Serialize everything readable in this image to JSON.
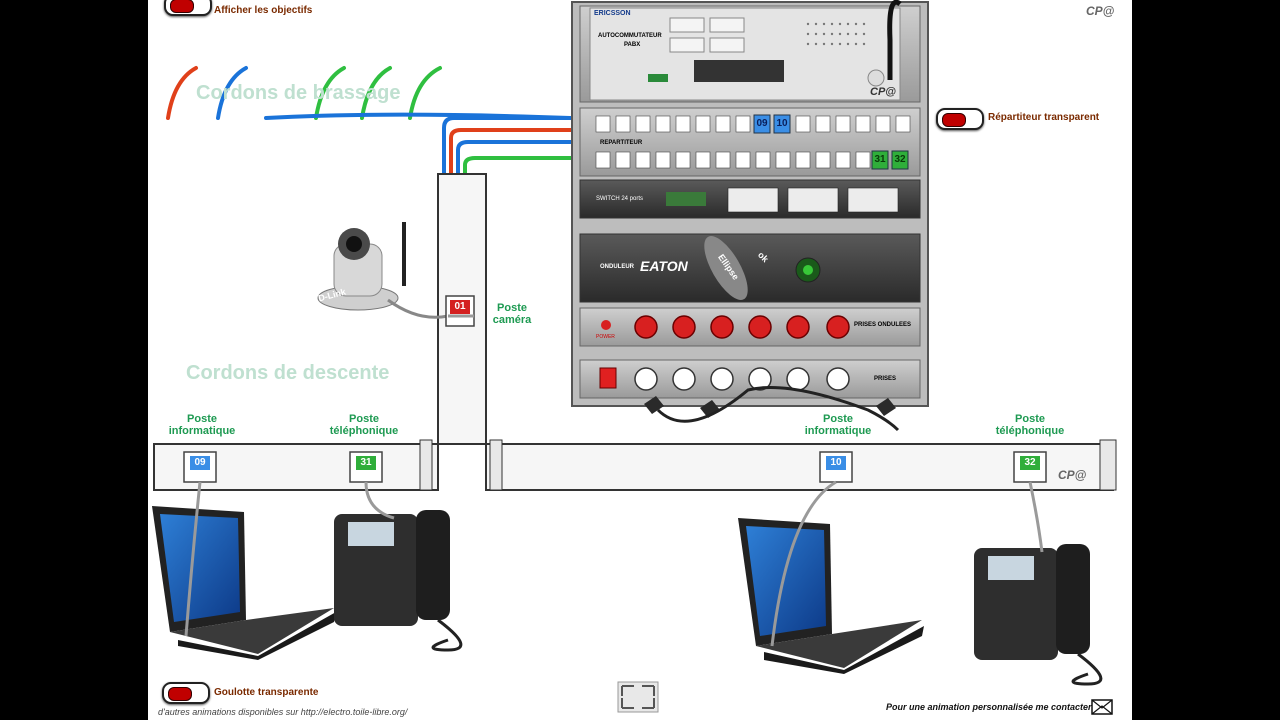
{
  "toggles": {
    "objects": {
      "label": "Afficher les objectifs",
      "state": "on"
    },
    "patch_panel": {
      "label": "Répartiteur transparent",
      "state": "on"
    },
    "trunking": {
      "label": "Goulotte transparente",
      "state": "on"
    }
  },
  "sections": {
    "patch_cords": "Cordons de brassage",
    "drop_cords": "Cordons de descente"
  },
  "rack": {
    "pabx_brand": "ERICSSON",
    "pabx_title": "AUTOCOMMUTATEUR",
    "pabx_subtitle": "PABX",
    "patch_title": "REPARTITEUR",
    "switch_label": "SWITCH 24 ports",
    "ups_label": "ONDULEUR",
    "ups_brand": "EATON",
    "ups_model": "Ellipse",
    "ups_ok": "ok",
    "ups_sockets_label": "PRISES ONDULEES",
    "power_label": "POWER",
    "sockets_label": "PRISES",
    "active_ports": [
      "09",
      "10",
      "31",
      "32"
    ],
    "logo": "CP@"
  },
  "outlets": {
    "camera": {
      "label": "Poste caméra",
      "port": "01"
    },
    "pc1": {
      "label": "Poste informatique",
      "port": "09"
    },
    "phone1": {
      "label": "Poste téléphonique",
      "port": "31"
    },
    "pc2": {
      "label": "Poste informatique",
      "port": "10"
    },
    "phone2": {
      "label": "Poste téléphonique",
      "port": "32"
    }
  },
  "camera_brand": "D-Link",
  "logo": "CP@",
  "footer": {
    "left": "d'autres animations disponibles sur http://electro.toile-libre.org/",
    "right": "Pour une animation personnalisée me contacter"
  },
  "colors": {
    "blue_cord": "#1a73d9",
    "red_cord": "#e0401a",
    "green_cord": "#2fbf40",
    "port_blue": "#3a8ee6",
    "port_green": "#2fae3a",
    "port_red": "#d42020"
  }
}
